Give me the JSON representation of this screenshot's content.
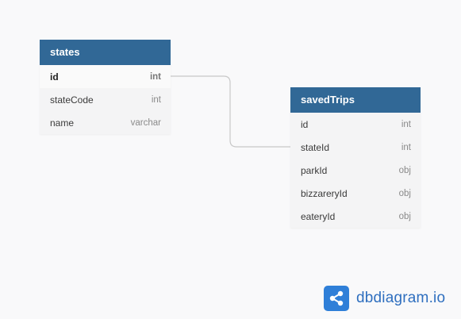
{
  "tables": {
    "states": {
      "name": "states",
      "fields": [
        {
          "name": "id",
          "type": "int"
        },
        {
          "name": "stateCode",
          "type": "int"
        },
        {
          "name": "name",
          "type": "varchar"
        }
      ]
    },
    "savedTrips": {
      "name": "savedTrips",
      "fields": [
        {
          "name": "id",
          "type": "int"
        },
        {
          "name": "stateId",
          "type": "int"
        },
        {
          "name": "parkId",
          "type": "obj"
        },
        {
          "name": "bizzareryId",
          "type": "obj"
        },
        {
          "name": "eateryId",
          "type": "obj"
        }
      ]
    }
  },
  "relations": [
    {
      "from": "states.id",
      "to": "savedTrips.stateId"
    }
  ],
  "brand": {
    "text": "dbdiagram.io",
    "color": "#2f7fd8"
  },
  "colors": {
    "header": "#316896",
    "background": "#f9f9fa",
    "connector": "#c8c8c8"
  }
}
